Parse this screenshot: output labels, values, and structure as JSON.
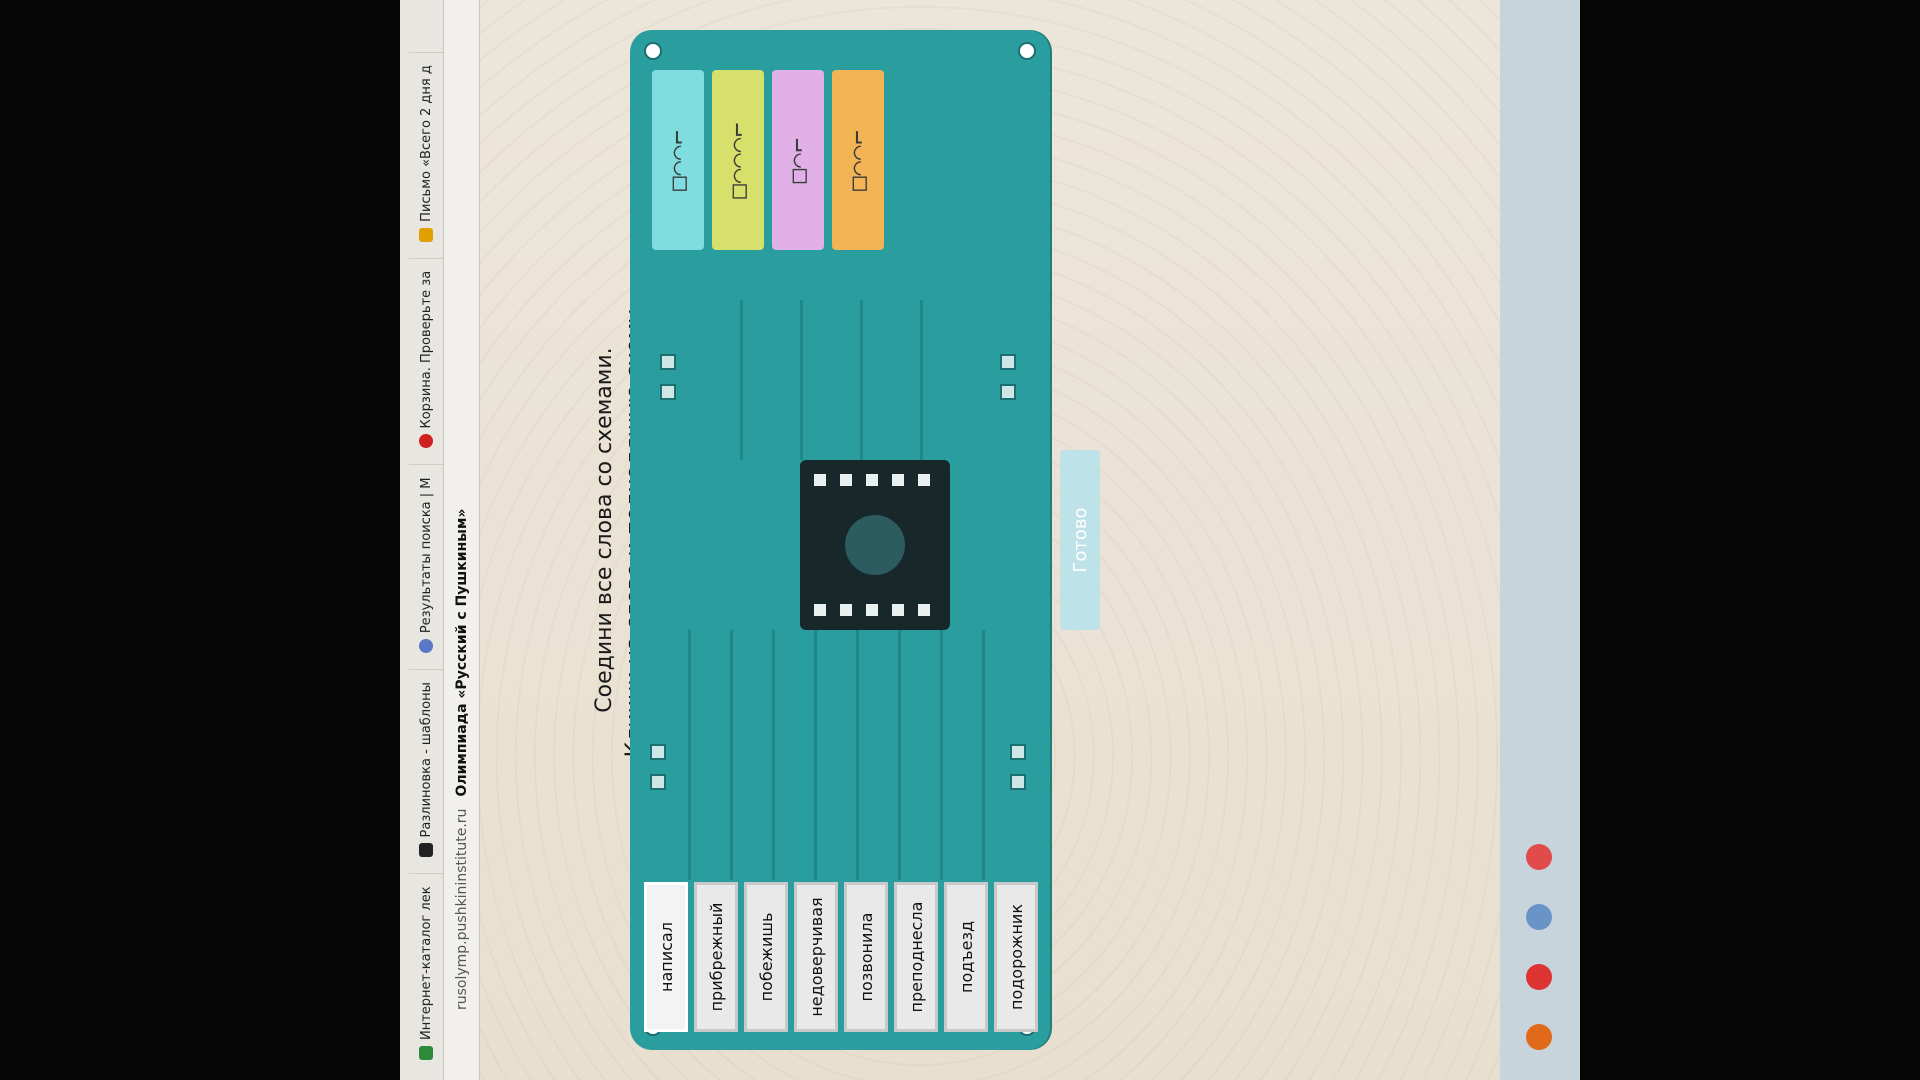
{
  "browser": {
    "tabs": [
      {
        "label": "Интернет-каталог лек",
        "color": "#2c8a3a"
      },
      {
        "label": "Разлиновка - шаблоны",
        "color": "#222222"
      },
      {
        "label": "Результаты поиска | М",
        "color": "#5a78c6"
      },
      {
        "label": "Корзина. Проверьте за",
        "color": "#d02020"
      },
      {
        "label": "Письмо «Всего 2 дня д",
        "color": "#e0a000"
      }
    ],
    "url": "rusolymp.pushkininstitute.ru",
    "page_title": "Олимпиада «Русский с Пушкиным»"
  },
  "task": {
    "line1": "Соедини все слова со схемами.",
    "line2": "Кликни на слово и подходящую схему."
  },
  "schemes": [
    {
      "pattern": "□⌒⌒⌐",
      "color": "#7fdde0"
    },
    {
      "pattern": "□⌒⌒⌒⌐",
      "color": "#d6e06a"
    },
    {
      "pattern": "□⌒⌐",
      "color": "#e0b0e6"
    },
    {
      "pattern": "□⌒⌒⌐",
      "color": "#f2b454"
    }
  ],
  "words": [
    "написал",
    "прибрежный",
    "побежишь",
    "недоверчивая",
    "позвонила",
    "преподнесла",
    "подъезд",
    "подорожник"
  ],
  "done_button": "Готово"
}
